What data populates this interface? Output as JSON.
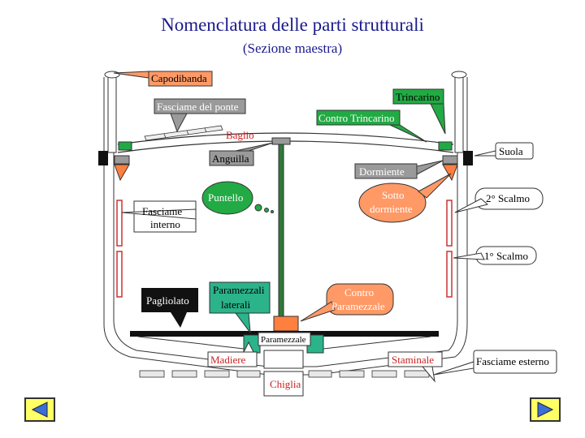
{
  "title": "Nomenclatura delle parti strutturali",
  "subtitle": "(Sezione maestra)",
  "labels": {
    "capodibanda": "Capodibanda",
    "fasciame_ponte": "Fasciame del ponte",
    "trincarino": "Trincarino",
    "contro_trincarino": "Contro Trincarino",
    "baglio": "Baglio",
    "suola": "Suola",
    "anguilla": "Anguilla",
    "dormiente": "Dormiente",
    "puntello": "Puntello",
    "sotto_dormiente_1": "Sotto",
    "sotto_dormiente_2": "dormiente",
    "secondo_scalmo": "2° Scalmo",
    "fasciame_interno_1": "Fasciame",
    "fasciame_interno_2": "interno",
    "primo_scalmo": "1° Scalmo",
    "pagliolato": "Pagliolato",
    "paramezzali_1": "Paramezzali",
    "paramezzali_2": "laterali",
    "contro_paramezzale_1": "Contro",
    "contro_paramezzale_2": "Paramezzale",
    "paramezzale": "Paramezzale",
    "madiere": "Madiere",
    "staminale": "Staminale",
    "fasciame_esterno": "Fasciame esterno",
    "chiglia": "Chiglia"
  },
  "colors": {
    "title": "#1a1a8c",
    "green": "#22aa44",
    "dark_green": "#2f7a3a",
    "gray": "#9a9a9a",
    "orange": "#ff7f3f",
    "red_frame": "#cc3333",
    "black": "#111111",
    "teal": "#2bb38a",
    "nav_yellow": "#ffff66"
  },
  "nav": {
    "prev_icon": "arrow-left-icon",
    "next_icon": "arrow-right-icon"
  }
}
